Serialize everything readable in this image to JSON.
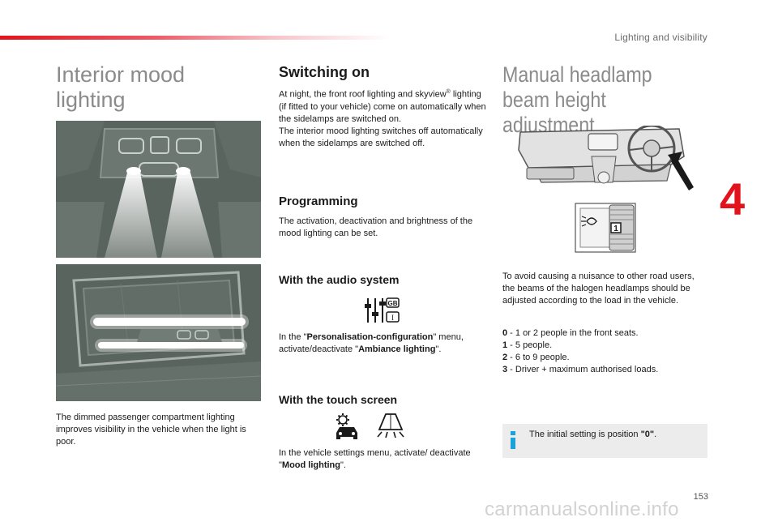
{
  "header": {
    "section_title": "Lighting and visibility",
    "chapter_number": "4"
  },
  "footer": {
    "page_number": "153",
    "watermark": "carmanualsonline.info"
  },
  "left_column": {
    "title": "Interior mood lighting",
    "caption": "The dimmed passenger compartment lighting improves visibility in the vehicle when the light is poor."
  },
  "middle_column": {
    "switching_on": {
      "heading": "Switching on",
      "p1_a": "At night, the front roof lighting and skyview",
      "p1_sup": "®",
      "p1_b": " lighting (if fitted to your vehicle) come on automatically when the sidelamps are switched on.",
      "p2": "The interior mood lighting switches off automatically when the sidelamps are switched off."
    },
    "programming": {
      "heading": "Programming",
      "text": "The activation, deactivation and brightness of the mood lighting can be set."
    },
    "audio": {
      "heading": "With the audio system",
      "text_a": "In the \"",
      "text_b": "Personalisation-configuration",
      "text_c": "\" menu, activate/deactivate \"",
      "text_d": "Ambiance lighting",
      "text_e": "\".",
      "icon_badge_top": "GB",
      "icon_badge_bottom": "I"
    },
    "touch": {
      "heading": "With the touch screen",
      "text_a": "In the vehicle settings menu, activate/ deactivate \"",
      "text_b": "Mood lighting",
      "text_c": "\"."
    }
  },
  "right_column": {
    "title": "Manual headlamp beam height adjustment",
    "dial_label": "1",
    "avoid_text": "To avoid causing a nuisance to other road users, the beams of the halogen headlamps should be adjusted according to the load in the vehicle.",
    "levels": [
      {
        "num": "0",
        "text": " - 1 or 2 people in the front seats."
      },
      {
        "num": "1",
        "text": " - 5 people."
      },
      {
        "num": "2",
        "text": " - 6 to 9 people."
      },
      {
        "num": "3",
        "text": " - Driver + maximum authorised loads."
      }
    ],
    "note_a": "The initial setting is position ",
    "note_b": "\"0\"",
    "note_c": "."
  },
  "colors": {
    "accent_red": "#e3131b",
    "info_blue": "#1aa3d9",
    "title_grey": "#8b8b8b",
    "note_bg": "#ececec"
  }
}
